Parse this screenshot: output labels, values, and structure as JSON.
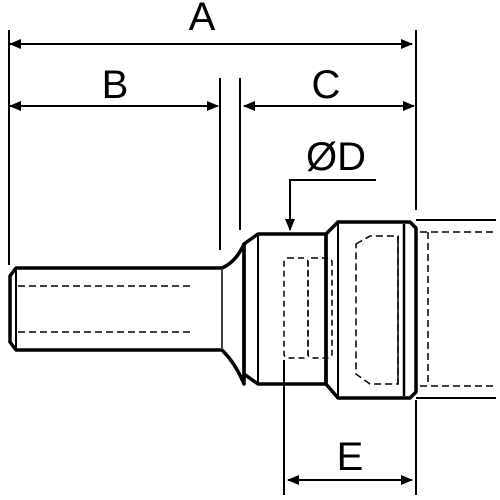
{
  "labels": {
    "A": "A",
    "B": "B",
    "C": "C",
    "D": "ØD",
    "E": "E"
  },
  "colors": {
    "stroke": "#000000",
    "background": "#ffffff"
  }
}
